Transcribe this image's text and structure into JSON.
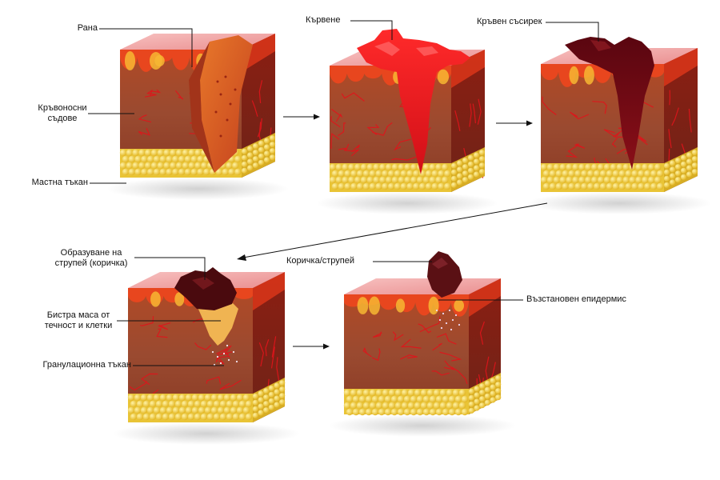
{
  "labels": {
    "wound": "Рана",
    "blood_vessels": "Кръвоносни\nсъдове",
    "fat_tissue": "Мастна тъкан",
    "bleeding": "Кървене",
    "blood_clot": "Кръвен съсирек",
    "scab_formation": "Образуване на\nструпей (коричка)",
    "clear_fluid": "Бистра маса от\nтечност и клетки",
    "granulation": "Гранулационна тъкан",
    "crust": "Коричка/струпей",
    "restored_epidermis": "Възстановен епидермис"
  },
  "colors": {
    "skin_top": "#f2a6a6",
    "skin_front": "#9e4a2c",
    "skin_side": "#7e2f1c",
    "epidermis": "#e8461e",
    "epidermis_glow": "#f7b733",
    "vessels": "#e0141b",
    "fat": "#f5d33a",
    "blood": "#e5161e",
    "clot": "#6b0c14",
    "scab": "#4a0a0e",
    "fluid": "#f1b14d"
  }
}
